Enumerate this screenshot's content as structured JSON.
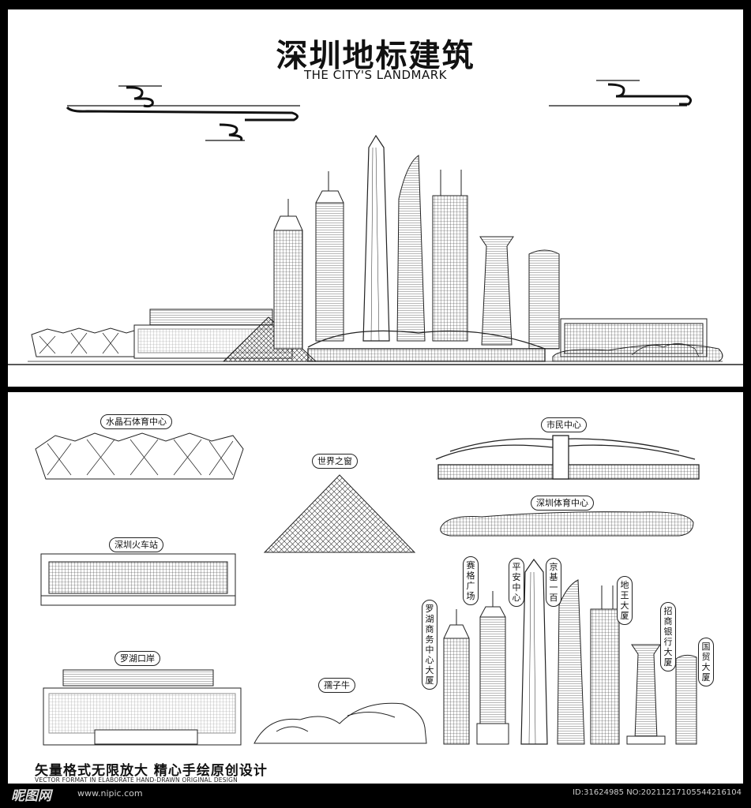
{
  "header": {
    "title": "深圳地标建筑",
    "subtitle": "THE CITY'S LANDMARK"
  },
  "labels": {
    "crystal_island": "水晶石体育中心",
    "window_of_world": "世界之窗",
    "civic_center": "市民中心",
    "sports_center": "深圳体育中心",
    "railway_station": "深圳火车站",
    "luohu_port": "罗湖口岸",
    "bull": "孺子牛",
    "seg_plaza": "赛格广场",
    "ping_an": "平安中心",
    "kingkey": "京基一百",
    "diwang": "地王大厦",
    "luohu_business": "罗湖商务中心大厦",
    "china_merchants": "招商银行大厦",
    "guomao": "国贸大厦"
  },
  "slogan": {
    "cn": "矢量格式无限放大  精心手绘原创设计",
    "en": "VECTOR FORMAT IN ELABORATE HAND-DRAWN ORIGINAL DESIGN"
  },
  "footer": {
    "site_logo": "昵图网",
    "url": "www.nipic.com",
    "id_text": "ID:31624985 NO:20211217105544216104"
  },
  "colors": {
    "frame": "#000000",
    "panel": "#ffffff",
    "ink": "#222222"
  }
}
